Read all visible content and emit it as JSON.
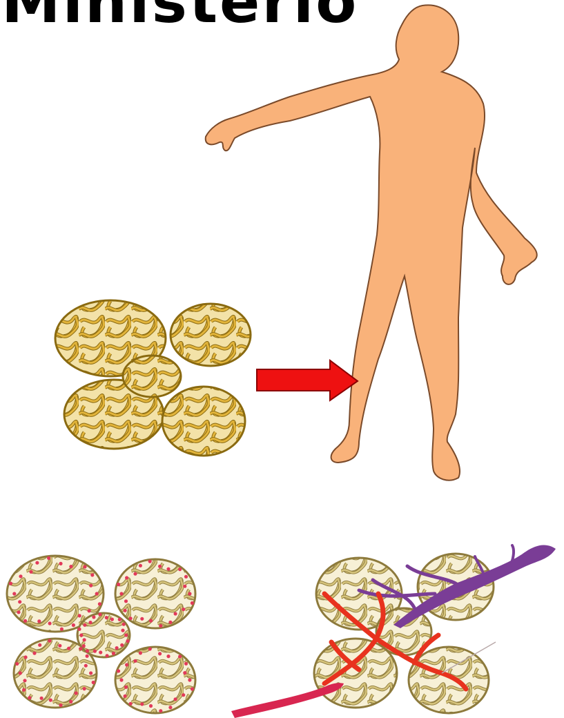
{
  "title": "Ministerio",
  "colors": {
    "background": "#ffffff",
    "skin": "#f9b27a",
    "skin_outline": "#7a4a2a",
    "glomerulus": "#e3b53b",
    "glomerulus_outline": "#8a6a10",
    "glomerulus_pale": "#d6c47c",
    "arrow": "#ee1111",
    "arrow_outline": "#8a0000",
    "dots": "#e23a5a",
    "vessel_red": "#e8321e",
    "vessel_purple": "#7a3d96",
    "vessel_crimson": "#d82650"
  },
  "figures": [
    {
      "name": "human-silhouette",
      "kind": "body-outline"
    },
    {
      "name": "glomerulus-cluster",
      "kind": "coiled-tubules"
    },
    {
      "name": "arrow",
      "kind": "right-arrow"
    },
    {
      "name": "glomerulus-with-dots",
      "kind": "coiled-tubules-dotted"
    },
    {
      "name": "glomerulus-with-vessels",
      "kind": "coiled-tubules-vessels"
    }
  ]
}
